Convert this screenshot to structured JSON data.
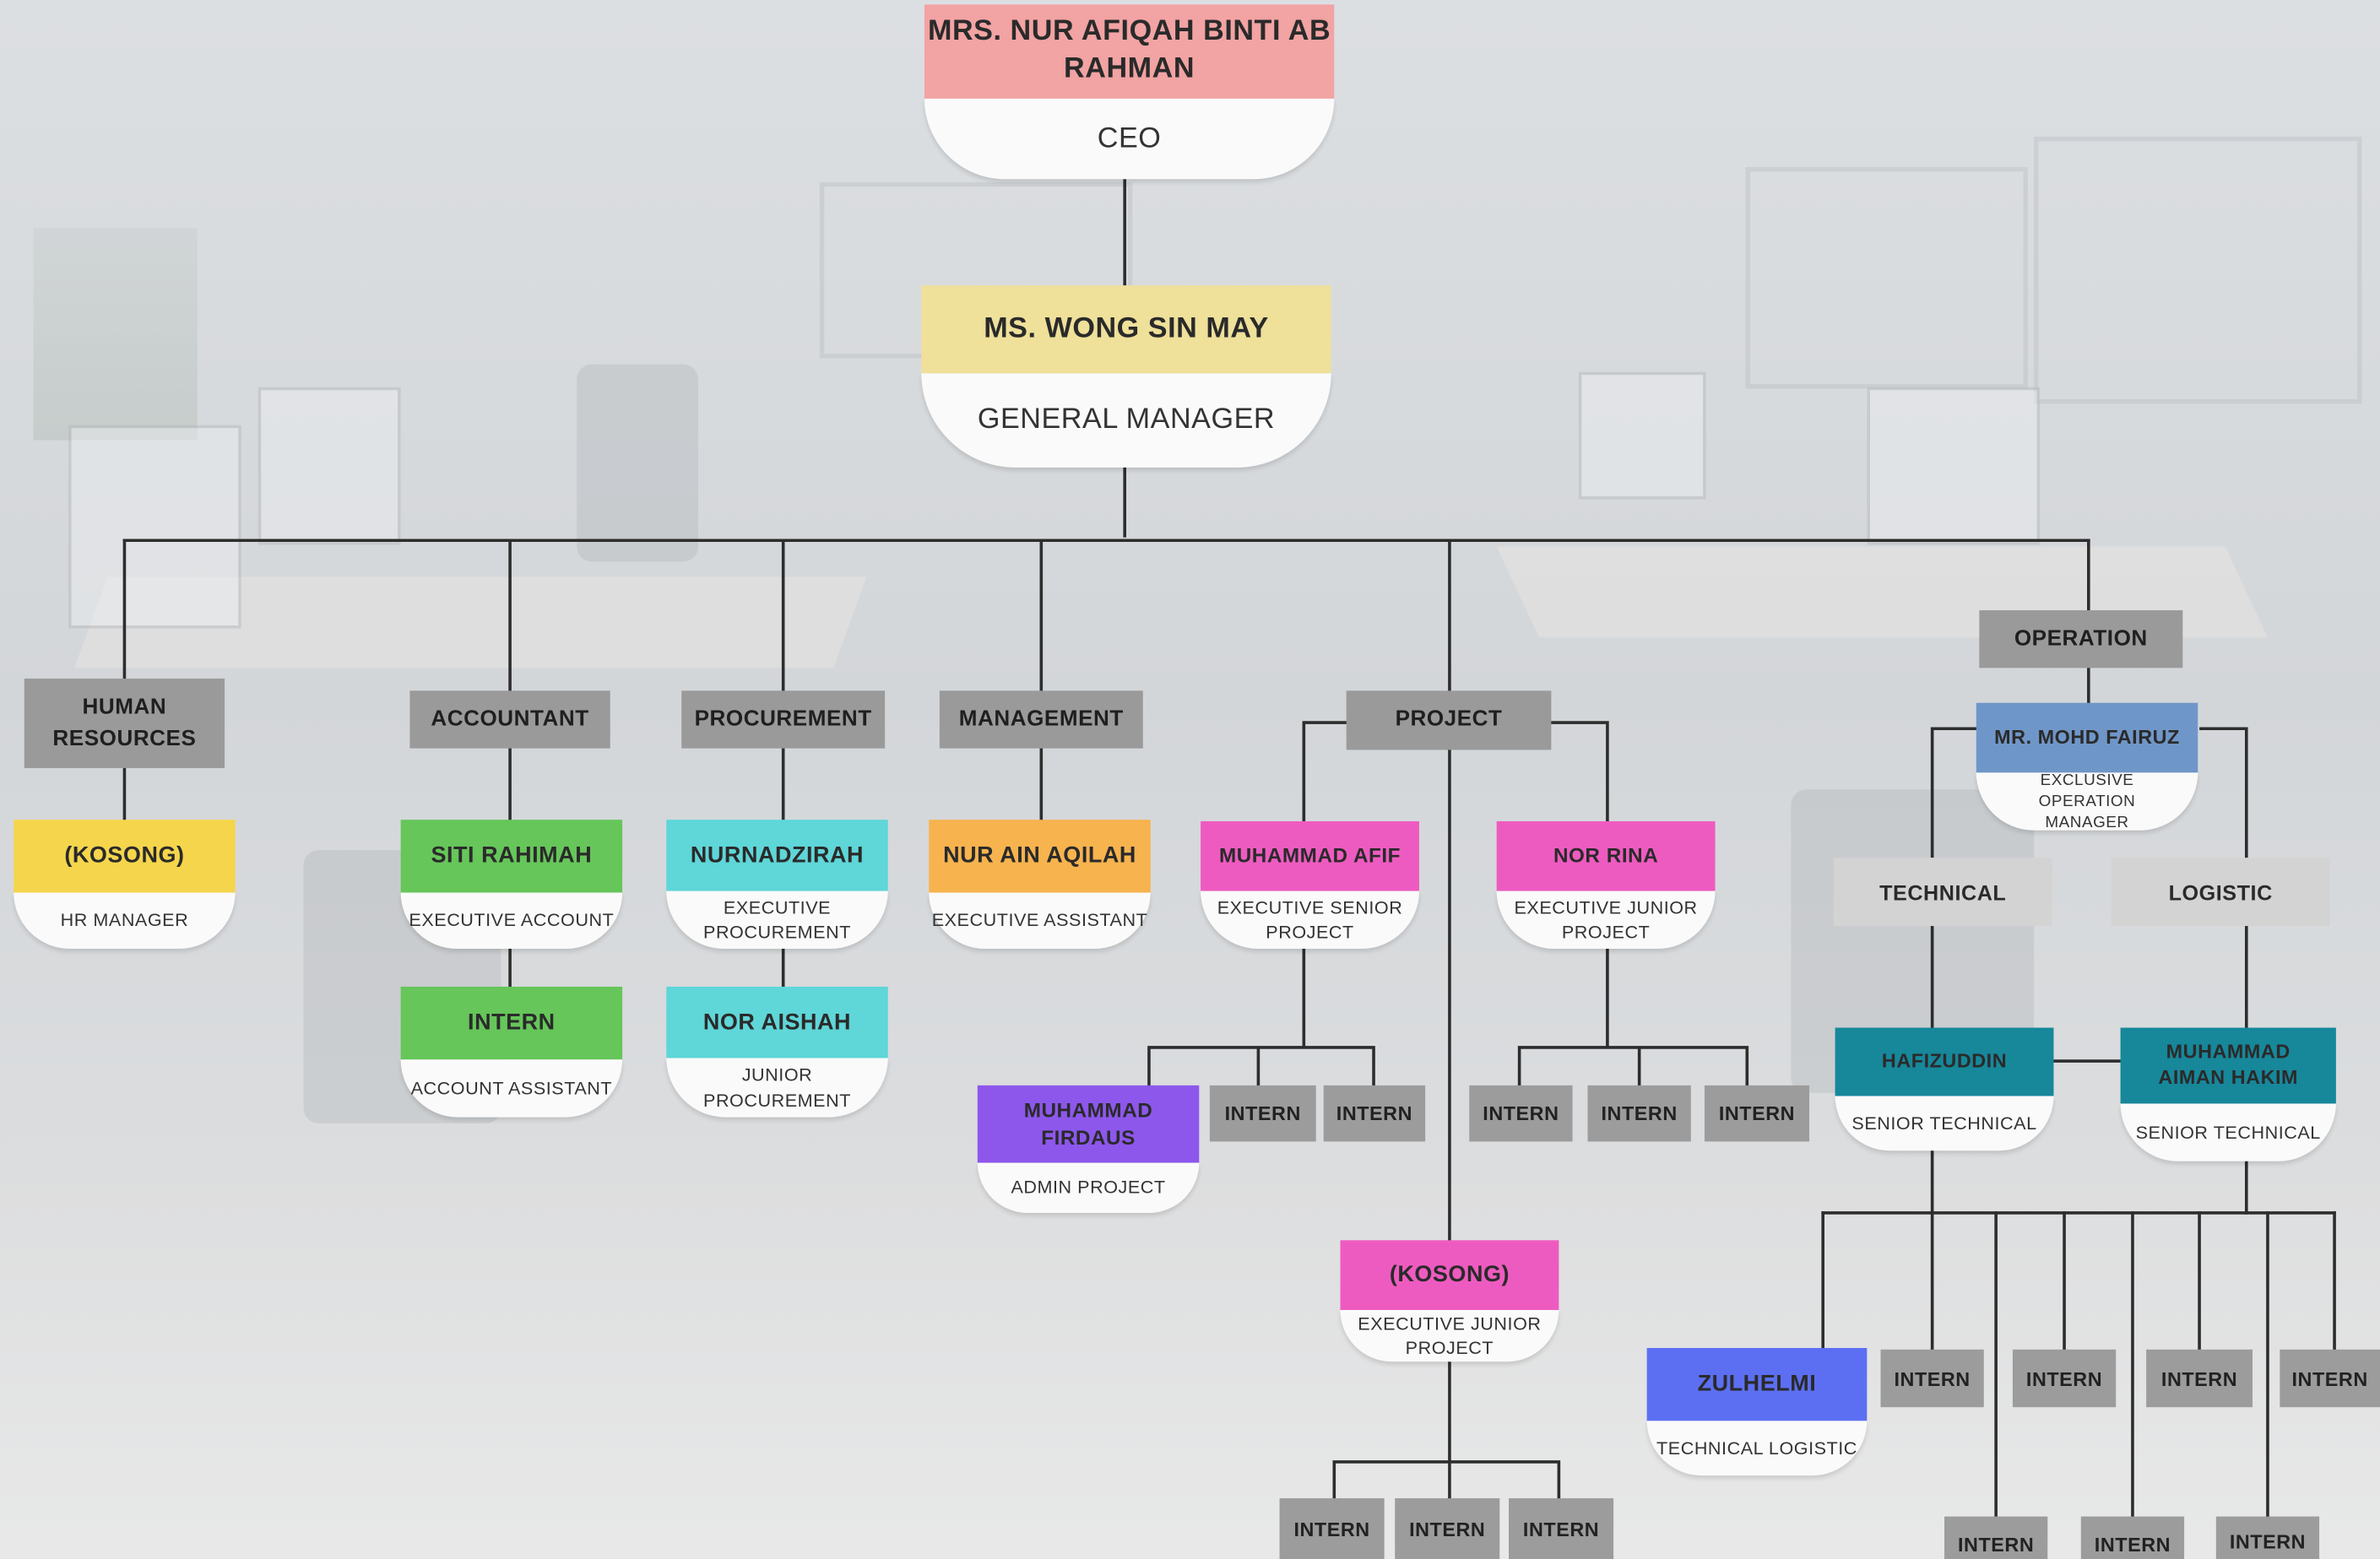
{
  "colors": {
    "ceo": "#f2a3a3",
    "gm": "#efe09a",
    "dept": "#9a9a9a",
    "intern": "#9c9c9c",
    "subdept": "#d3d3d3",
    "yellow": "#f5d54c",
    "green": "#66c65a",
    "cyan": "#5fd6d8",
    "orange": "#f7b34e",
    "pink": "#ee5bc0",
    "purple": "#8d57ec",
    "blue": "#5c6ff2",
    "steel": "#6f96c8",
    "teal": "#17879a"
  },
  "ceo": {
    "name": "MRS. NUR AFIQAH BINTI AB RAHMAN",
    "role": "CEO"
  },
  "gm": {
    "name": "MS. WONG SIN MAY",
    "role": "GENERAL MANAGER"
  },
  "departments": {
    "hr": "HUMAN RESOURCES",
    "accountant": "ACCOUNTANT",
    "procurement": "PROCUREMENT",
    "management": "MANAGEMENT",
    "project": "PROJECT",
    "operation": "OPERATION"
  },
  "people": {
    "hr_manager": {
      "name": "(KOSONG)",
      "role": "HR MANAGER"
    },
    "siti": {
      "name": "SITI RAHIMAH",
      "role": "EXECUTIVE ACCOUNT"
    },
    "acc_intern": {
      "name": "INTERN",
      "role": "ACCOUNT ASSISTANT"
    },
    "nurnadzirah": {
      "name": "NURNADZIRAH",
      "role": "EXECUTIVE PROCUREMENT"
    },
    "nor_aishah": {
      "name": "NOR AISHAH",
      "role": "JUNIOR PROCUREMENT"
    },
    "nur_ain": {
      "name": "NUR AIN AQILAH",
      "role": "EXECUTIVE ASSISTANT"
    },
    "afif": {
      "name": "MUHAMMAD AFIF",
      "role": "EXECUTIVE SENIOR PROJECT"
    },
    "nor_rina": {
      "name": "NOR RINA",
      "role": "EXECUTIVE JUNIOR PROJECT"
    },
    "firdaus": {
      "name": "MUHAMMAD FIRDAUS",
      "role": "ADMIN PROJECT"
    },
    "proj_kosong": {
      "name": "(KOSONG)",
      "role": "EXECUTIVE JUNIOR PROJECT"
    },
    "fairuz": {
      "name": "MR. MOHD FAIRUZ",
      "role": "EXCLUSIVE OPERATION MANAGER"
    },
    "hafizuddin": {
      "name": "HAFIZUDDIN",
      "role": "SENIOR TECHNICAL"
    },
    "aiman": {
      "name": "MUHAMMAD AIMAN HAKIM",
      "role": "SENIOR TECHNICAL"
    },
    "zulhelmi": {
      "name": "ZULHELMI",
      "role": "TECHNICAL LOGISTIC"
    }
  },
  "subunits": {
    "technical": "TECHNICAL",
    "logistic": "LOGISTIC"
  },
  "intern_label": "INTERN"
}
